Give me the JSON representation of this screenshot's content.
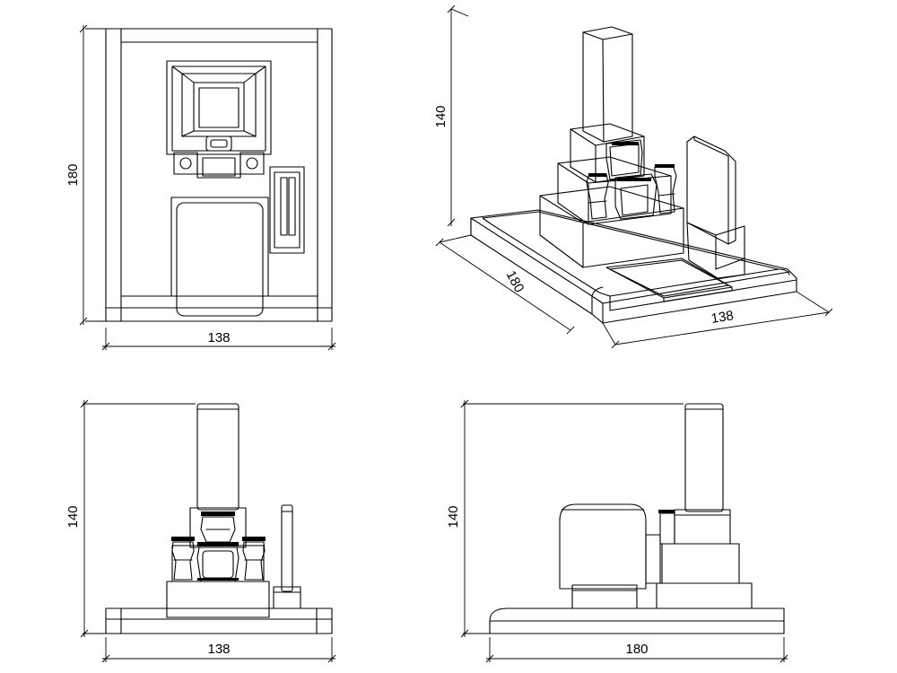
{
  "views": {
    "plan": {
      "width_label": "138",
      "depth_label": "180"
    },
    "iso": {
      "height_label": "140",
      "depth_label": "180",
      "width_label": "138"
    },
    "front": {
      "height_label": "140",
      "width_label": "138"
    },
    "side": {
      "height_label": "140",
      "width_label": "180"
    }
  },
  "colors": {
    "line": "#000000",
    "background": "#ffffff"
  }
}
